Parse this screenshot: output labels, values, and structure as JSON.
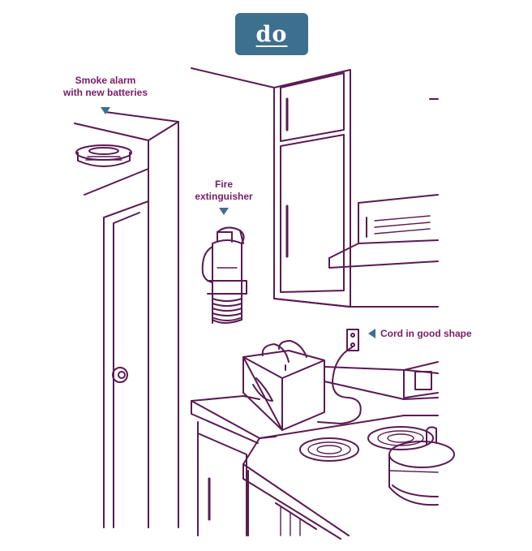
{
  "badge": {
    "text": "do"
  },
  "labels": {
    "smoke_line1": "Smoke alarm",
    "smoke_line2": "with new batteries",
    "fire_line1": "Fire",
    "fire_line2": "extinguisher",
    "cord": "Cord in good shape"
  },
  "colors": {
    "line": "#5a1a52",
    "label": "#7a1c64",
    "badge": "#3d6f8f",
    "arrow": "#3d6f8f"
  },
  "icons": [
    "smoke-alarm-icon",
    "fire-extinguisher-icon",
    "toaster-icon",
    "outlet-icon",
    "stove-icon",
    "pot-icon"
  ]
}
